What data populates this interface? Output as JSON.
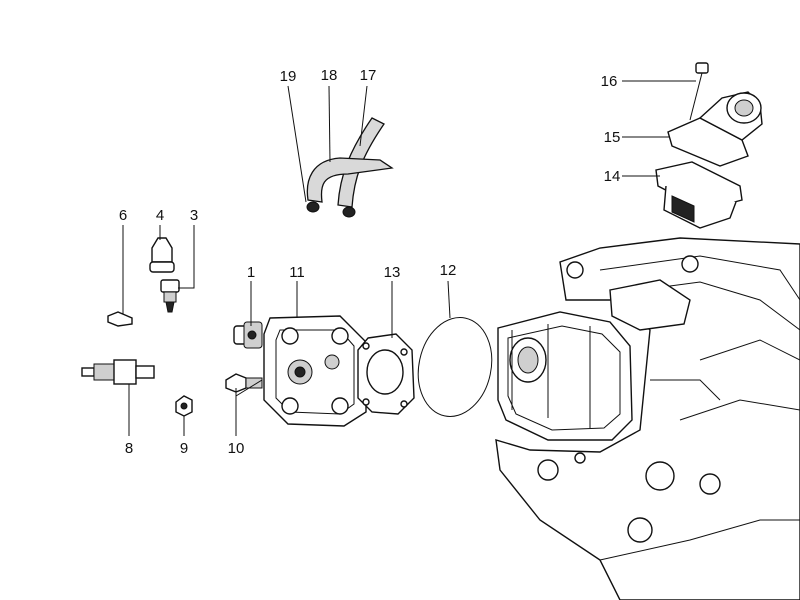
{
  "callouts": [
    {
      "num": "1"
    },
    {
      "num": "3"
    },
    {
      "num": "4"
    },
    {
      "num": "6"
    },
    {
      "num": "8"
    },
    {
      "num": "9"
    },
    {
      "num": "10"
    },
    {
      "num": "11"
    },
    {
      "num": "12"
    },
    {
      "num": "13"
    },
    {
      "num": "14"
    },
    {
      "num": "15"
    },
    {
      "num": "16"
    },
    {
      "num": "17"
    },
    {
      "num": "18"
    },
    {
      "num": "19"
    }
  ]
}
